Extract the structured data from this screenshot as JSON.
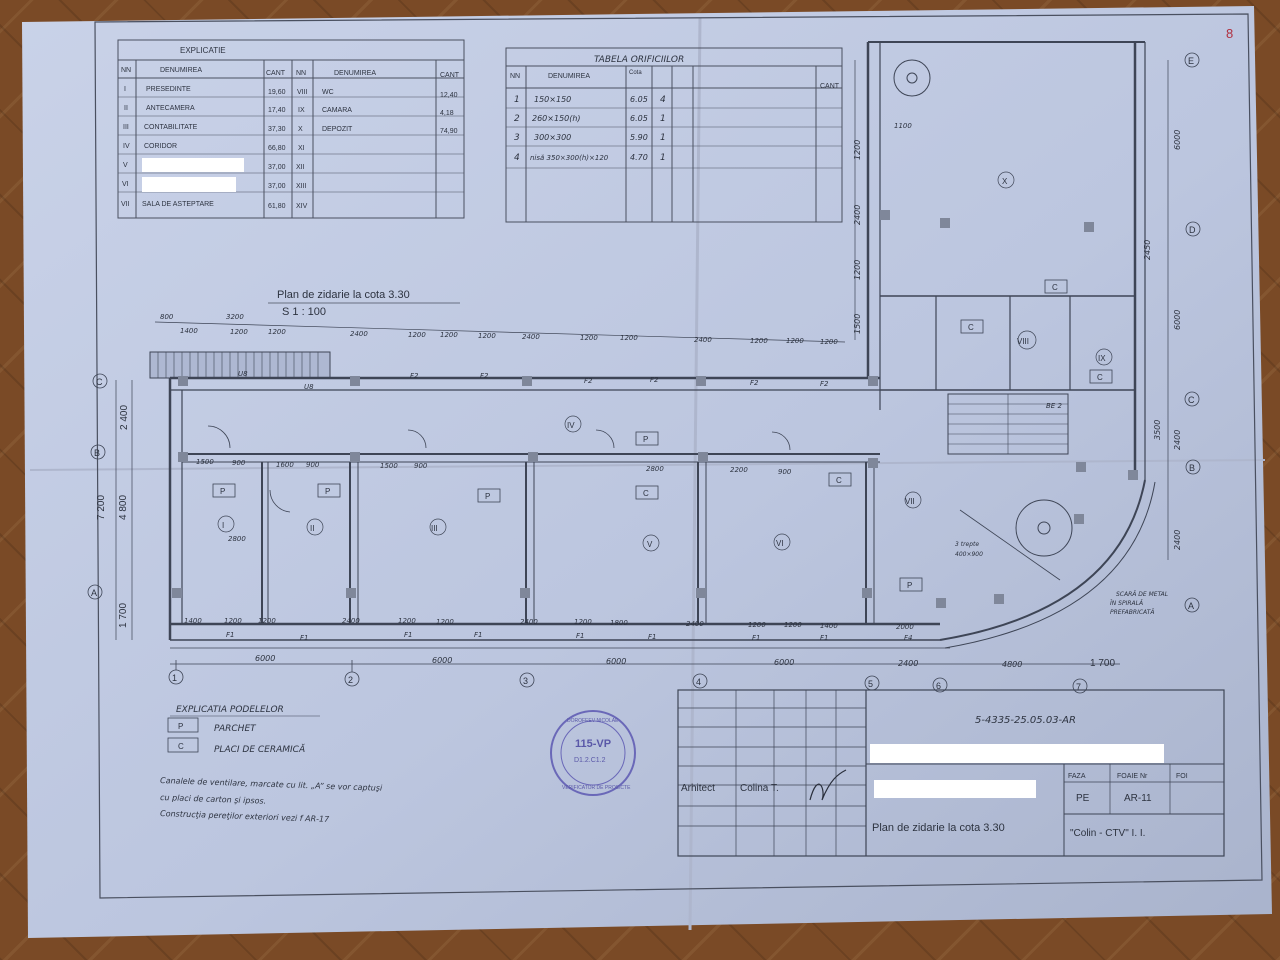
{
  "sheet_mark": "8",
  "explicatie": {
    "title": "EXPLICATIE",
    "headers": [
      "NN",
      "DENUMIREA",
      "CANT",
      "NN",
      "DENUMIREA",
      "CANT"
    ],
    "rows": [
      [
        "I",
        "PRESEDINTE",
        "19,60",
        "VIII",
        "WC",
        "12,40"
      ],
      [
        "II",
        "ANTECAMERA",
        "17,40",
        "IX",
        "CAMARA",
        "4,18"
      ],
      [
        "III",
        "CONTABILITATE",
        "37,30",
        "X",
        "DEPOZIT",
        "74,90"
      ],
      [
        "IV",
        "CORIDOR",
        "66,80",
        "XI",
        "",
        ""
      ],
      [
        "V",
        "",
        "37,00",
        "XII",
        "",
        ""
      ],
      [
        "VI",
        "",
        "37,00",
        "XIII",
        "",
        ""
      ],
      [
        "VII",
        "SALA DE ASTEPTARE",
        "61,80",
        "XIV",
        "",
        ""
      ]
    ]
  },
  "tabela": {
    "title": "TABELA ORIFICIILOR",
    "headers": [
      "NN",
      "DENUMIREA",
      "Cota",
      "",
      "",
      "CANT"
    ],
    "rows": [
      [
        "1",
        "150×150",
        "6.05",
        "4"
      ],
      [
        "2",
        "260×150(h)",
        "6.05",
        "1"
      ],
      [
        "3",
        "300×300",
        "5.90",
        "1"
      ],
      [
        "4",
        "nisă 350×300(h)×120",
        "4.70",
        "1"
      ]
    ]
  },
  "plan": {
    "title": "Plan de zidarie la cota 3.30",
    "scale": "S 1 : 100",
    "axes_h": [
      "1",
      "2",
      "3",
      "4",
      "5",
      "6",
      "7"
    ],
    "axes_v": [
      "A",
      "B",
      "C",
      "D",
      "E"
    ],
    "rooms": [
      "I",
      "II",
      "III",
      "IV",
      "V",
      "VI",
      "VII",
      "VIII",
      "IX",
      "X"
    ],
    "top_dims": [
      "800",
      "3200",
      "1400",
      "1200",
      "1200",
      "2400",
      "1200",
      "1200",
      "1200",
      "2400",
      "1200",
      "1200",
      "2400",
      "1200",
      "1200",
      "1200"
    ],
    "bottom_dims": [
      "1400",
      "1200",
      "1200",
      "2400",
      "1200",
      "1200",
      "2400",
      "1200",
      "1800",
      "2400",
      "1200",
      "1200",
      "1400",
      "2000"
    ],
    "axis_dims": [
      "6000",
      "6000",
      "6000",
      "6000",
      "2400",
      "4800",
      "1 700"
    ],
    "left_dims": [
      "7 200",
      "2 400",
      "4 800",
      "1 700"
    ],
    "right_dims": [
      "6000",
      "2450",
      "6000",
      "2400",
      "3500"
    ],
    "mid_dims": [
      "1500",
      "900",
      "1600",
      "900",
      "1500",
      "900",
      "2800",
      "2200",
      "900",
      "2800",
      "1100",
      "1200"
    ],
    "notes": [
      "SCARĂ DE METAL",
      "ÎN SPIRALĂ",
      "PREFABRICATĂ",
      "3 trepte",
      "400×900"
    ],
    "floor_codes": [
      "P",
      "C",
      "F1",
      "F2",
      "F4",
      "U8",
      "BE 2"
    ]
  },
  "legend": {
    "title": "EXPLICATIA PODELELOR",
    "items": [
      {
        "code": "P",
        "label": "PARCHET"
      },
      {
        "code": "C",
        "label": "PLACI DE CERAMICĂ"
      }
    ],
    "notes": [
      "Canalele de ventilare, marcate cu lit. „A” se vor captuşi",
      "cu placi de carton şi ipsos.",
      "Construcţia pereţilor exteriori vezi f AR-17"
    ]
  },
  "stamp": {
    "line1": "115-VP",
    "line2": "DOROFEEV NICOLAE",
    "line3": "VERIFICATOR DE PROIECTE",
    "line4": "D1.2.C1.2"
  },
  "title_block": {
    "doc_number": "5-4335-25.05.03-AR",
    "architect_label": "Arhitect",
    "architect_name": "Colina T.",
    "faza_label": "FAZA",
    "foaie_label": "FOAIE Nr",
    "foi_label": "FOI",
    "faza": "PE",
    "foaie": "AR-11",
    "drawing_title": "Plan de zidarie la cota  3.30",
    "company": "\"Colin - CTV\" I. I."
  }
}
